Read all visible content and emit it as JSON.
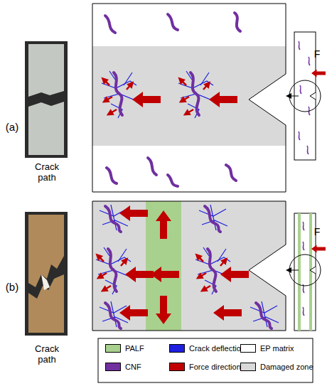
{
  "diagram": {
    "labels": [
      "(a)",
      "Crack path",
      "F",
      "(b)",
      "Crack path",
      "F"
    ],
    "legend": [
      {
        "text": "PALF",
        "color": "#a9d18e"
      },
      {
        "text": "Crack deflection",
        "color": "#1f1fdf"
      },
      {
        "text": "EP matrix",
        "color": "#ffffff"
      },
      {
        "text": "CNF",
        "color": "#7030a0"
      },
      {
        "text": "Force direction",
        "color": "#c00000"
      },
      {
        "text": "Damaged zone",
        "color": "#d9d9d9"
      }
    ]
  }
}
